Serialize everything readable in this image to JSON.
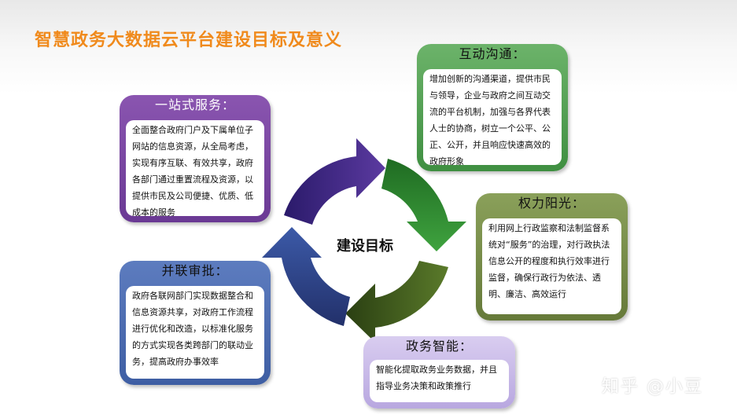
{
  "title": "智慧政务大数据云平台建设目标及意义",
  "center_label": "建设目标",
  "cards": {
    "service": {
      "title": "一站式服务：",
      "body": "全面整合政府门户及下属单位子网站的信息资源，从全局考虑，实现有序互联、有效共享，政府各部门通过重置流程及资源，以提供市民及公司便捷、优质、低成本的服务"
    },
    "comm": {
      "title": "互动沟通：",
      "body": "增加创新的沟通渠道，提供市民与领导，企业与政府之间互动交流的平台机制，加强与各界代表人士的协商，树立一个公平、公正、公开，并且响应快速高效的政府形象"
    },
    "power": {
      "title": "权力阳光：",
      "body": "利用网上行政监察和法制监督系统对“服务”的治理，对行政执法信息公开的程度和执行效率进行监督，确保行政行为依法、透明、廉洁、高效运行"
    },
    "approve": {
      "title": "并联审批：",
      "body": "政府各联网部门实现数据整合和信息资源共享，对政府工作流程进行优化和改造，以标准化服务的方式实现各类跨部门的联动业务，提高政府办事效率"
    },
    "smart": {
      "title": "政务智能：",
      "body": "智能化提取政务业务数据，并且指导业务决策和政策推行"
    }
  },
  "watermark": "知乎 @小豆"
}
